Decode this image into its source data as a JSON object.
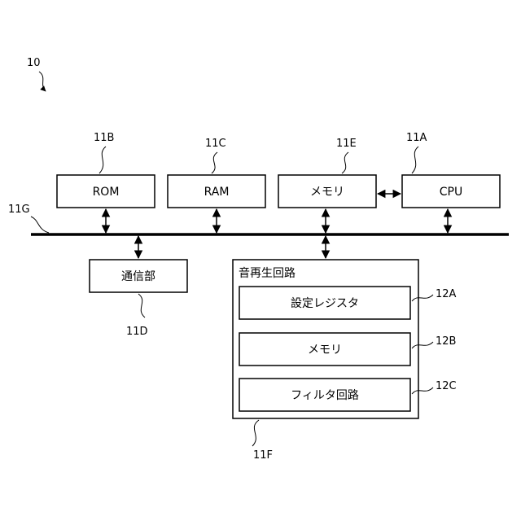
{
  "figure_ref": "10",
  "bus_ref": "11G",
  "blocks": {
    "rom": {
      "label": "ROM",
      "ref": "11B"
    },
    "ram": {
      "label": "RAM",
      "ref": "11C"
    },
    "memory": {
      "label": "メモリ",
      "ref": "11E"
    },
    "cpu": {
      "label": "CPU",
      "ref": "11A"
    },
    "comm": {
      "label": "通信部",
      "ref": "11D"
    },
    "sound": {
      "title": "音再生回路",
      "ref": "11F",
      "settings_register": {
        "label": "設定レジスタ",
        "ref": "12A"
      },
      "memory": {
        "label": "メモリ",
        "ref": "12B"
      },
      "filter": {
        "label": "フィルタ回路",
        "ref": "12C"
      }
    }
  }
}
